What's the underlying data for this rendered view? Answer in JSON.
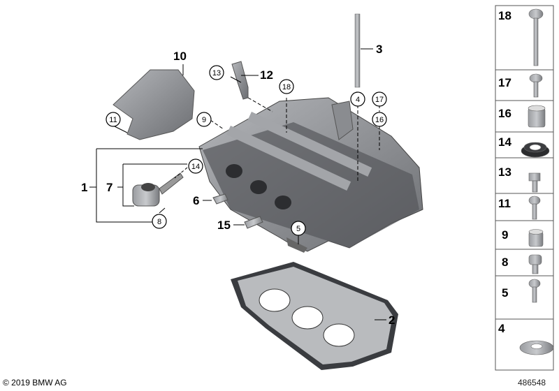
{
  "diagram": {
    "callouts_plain": [
      {
        "id": "1",
        "text": "1"
      },
      {
        "id": "7",
        "text": "7"
      },
      {
        "id": "10",
        "text": "10"
      },
      {
        "id": "12",
        "text": "12"
      },
      {
        "id": "3",
        "text": "3"
      },
      {
        "id": "6",
        "text": "6"
      },
      {
        "id": "15",
        "text": "15"
      },
      {
        "id": "2",
        "text": "2"
      }
    ],
    "callouts_circled": [
      {
        "id": "13",
        "text": "13"
      },
      {
        "id": "18",
        "text": "18"
      },
      {
        "id": "4",
        "text": "4"
      },
      {
        "id": "17",
        "text": "17"
      },
      {
        "id": "16",
        "text": "16"
      },
      {
        "id": "11",
        "text": "11"
      },
      {
        "id": "9",
        "text": "9"
      },
      {
        "id": "14",
        "text": "14"
      },
      {
        "id": "8",
        "text": "8"
      },
      {
        "id": "5",
        "text": "5"
      }
    ]
  },
  "parts_panel": [
    "18",
    "17",
    "16",
    "14",
    "13",
    "11",
    "9",
    "8",
    "5",
    "4"
  ],
  "footer": {
    "copyright": "© 2019 BMW AG",
    "drawing_number": "486548"
  },
  "colors": {
    "part_gray": "#8e9094",
    "dark_gray": "#4a4c50",
    "line": "#000000"
  }
}
